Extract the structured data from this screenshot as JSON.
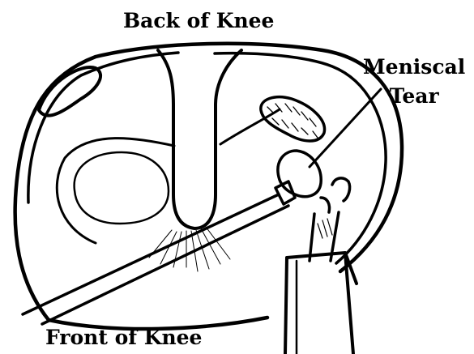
{
  "labels": {
    "top": "Back of Knee",
    "bottom": "Front of Knee",
    "callout_line1": "Meniscal",
    "callout_line2": "Tear"
  }
}
